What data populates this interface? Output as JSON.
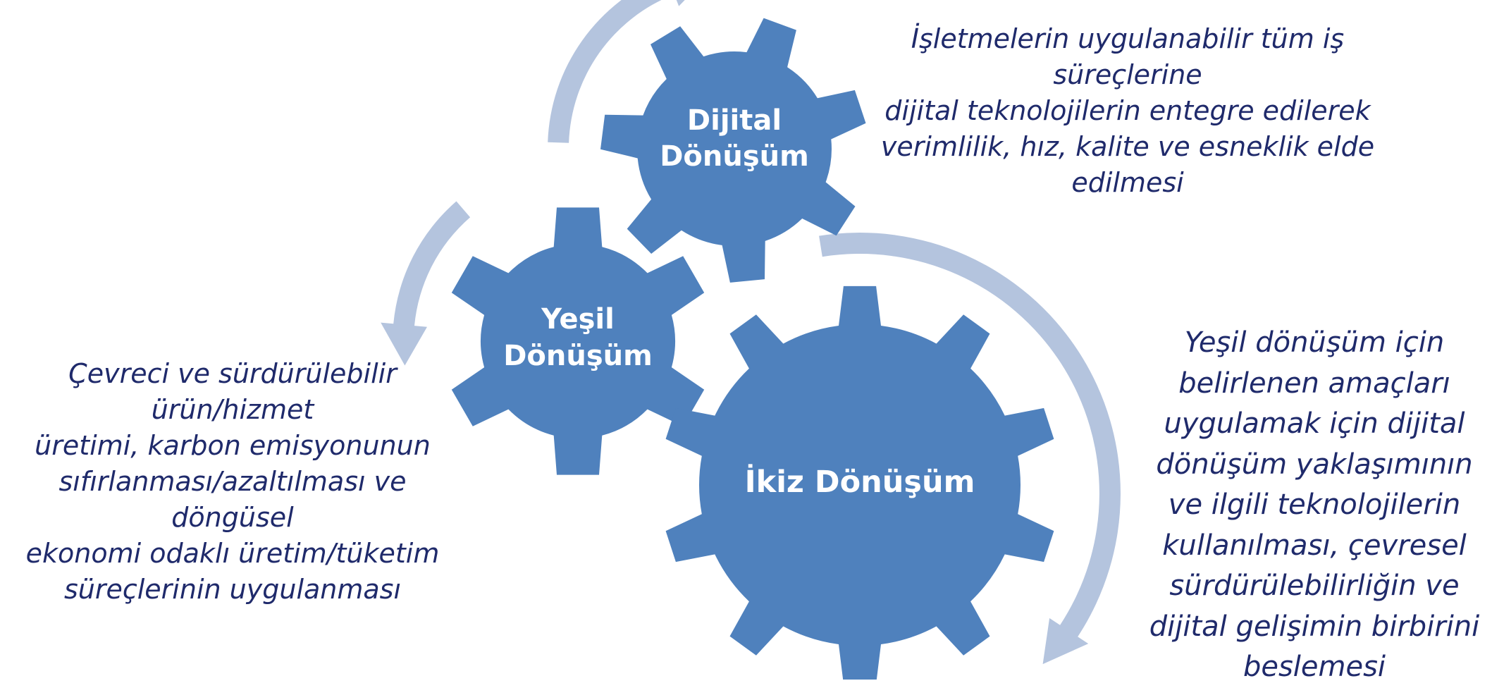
{
  "gears": {
    "dijital": {
      "label_line1": "Dijital",
      "label_line2": "Dönüşüm"
    },
    "yesil": {
      "label_line1": "Yeşil",
      "label_line2": "Dönüşüm"
    },
    "ikiz": {
      "label": "İkiz Dönüşüm"
    }
  },
  "descriptions": {
    "dijital": "İşletmelerin uygulanabilir tüm iş süreçlerine\ndijital teknolojilerin entegre edilerek\nverimlilik, hız, kalite ve esneklik elde\nedilmesi",
    "yesil": "Çevreci ve sürdürülebilir ürün/hizmet\nüretimi, karbon emisyonunun\nsıfırlanması/azaltılması ve döngüsel\nekonomi odaklı üretim/tüketim\nsüreçlerinin uygulanması",
    "ikiz": "Yeşil dönüşüm için\nbelirlenen amaçları\nuygulamak için dijital\ndönüşüm yaklaşımının\nve ilgili teknolojilerin\nkullanılması, çevresel\nsürdürülebilirliğin ve\ndijital gelişimin birbirini\nbeslemesi"
  },
  "colors": {
    "gear_fill": "#4f81bd",
    "arrow_fill": "#b4c4de",
    "label_text": "#ffffff",
    "description_text": "#1f2a6b"
  }
}
